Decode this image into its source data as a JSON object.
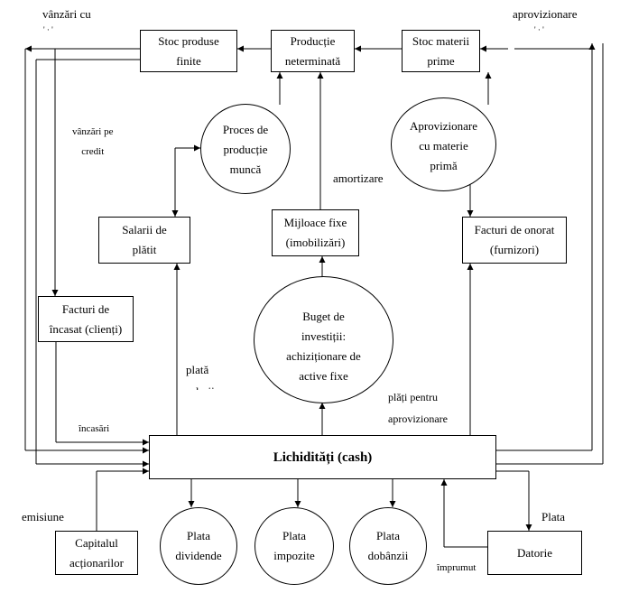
{
  "nodes": {
    "stoc_produse": "Stoc produse\nfinite",
    "productie_neterminata": "Producție\nneterminată",
    "stoc_materii": "Stoc materii\nprime",
    "proces_productie": "Proces de\nproducție\nmuncă",
    "aprovizionare": "Aprovizionare\ncu materie\nprimă",
    "salarii": "Salarii  de\nplătit",
    "mijloace_fixe": "Mijloace fixe\n(imobilizări)",
    "facturi_onorat": "Facturi de onorat\n(furnizori)",
    "facturi_incasat": "Facturi de\nîncasat (clienți)",
    "buget_investitii": "Buget de\ninvestiții:\nachiziționare de\nactive fixe",
    "lichiditati": "Lichidități (cash)",
    "capitalul": "Capitalul\nacționarilor",
    "plata_dividende": "Plata\ndividende",
    "plata_impozite": "Plata\nimpozite",
    "plata_dobanzii": "Plata\ndobânzii",
    "datorie": "Datorie"
  },
  "labels": {
    "vanzari_cu": "vânzări cu",
    "vanzari_cu_sub": "' ·          '",
    "aprovizionare_top": "aprovizionare",
    "aprovizionare_top_sub": "' ·         '",
    "vanzari_pe_credit": "vânzări pe\ncredit",
    "amortizare": "amortizare",
    "plata_salarii": "plată\nsalarii",
    "plati_aprovizionare": "plăți pentru\naprovizionare",
    "incasari": "încasări",
    "emisiune": "emisiune",
    "plata": "Plata",
    "imprumut": "împrumut"
  }
}
